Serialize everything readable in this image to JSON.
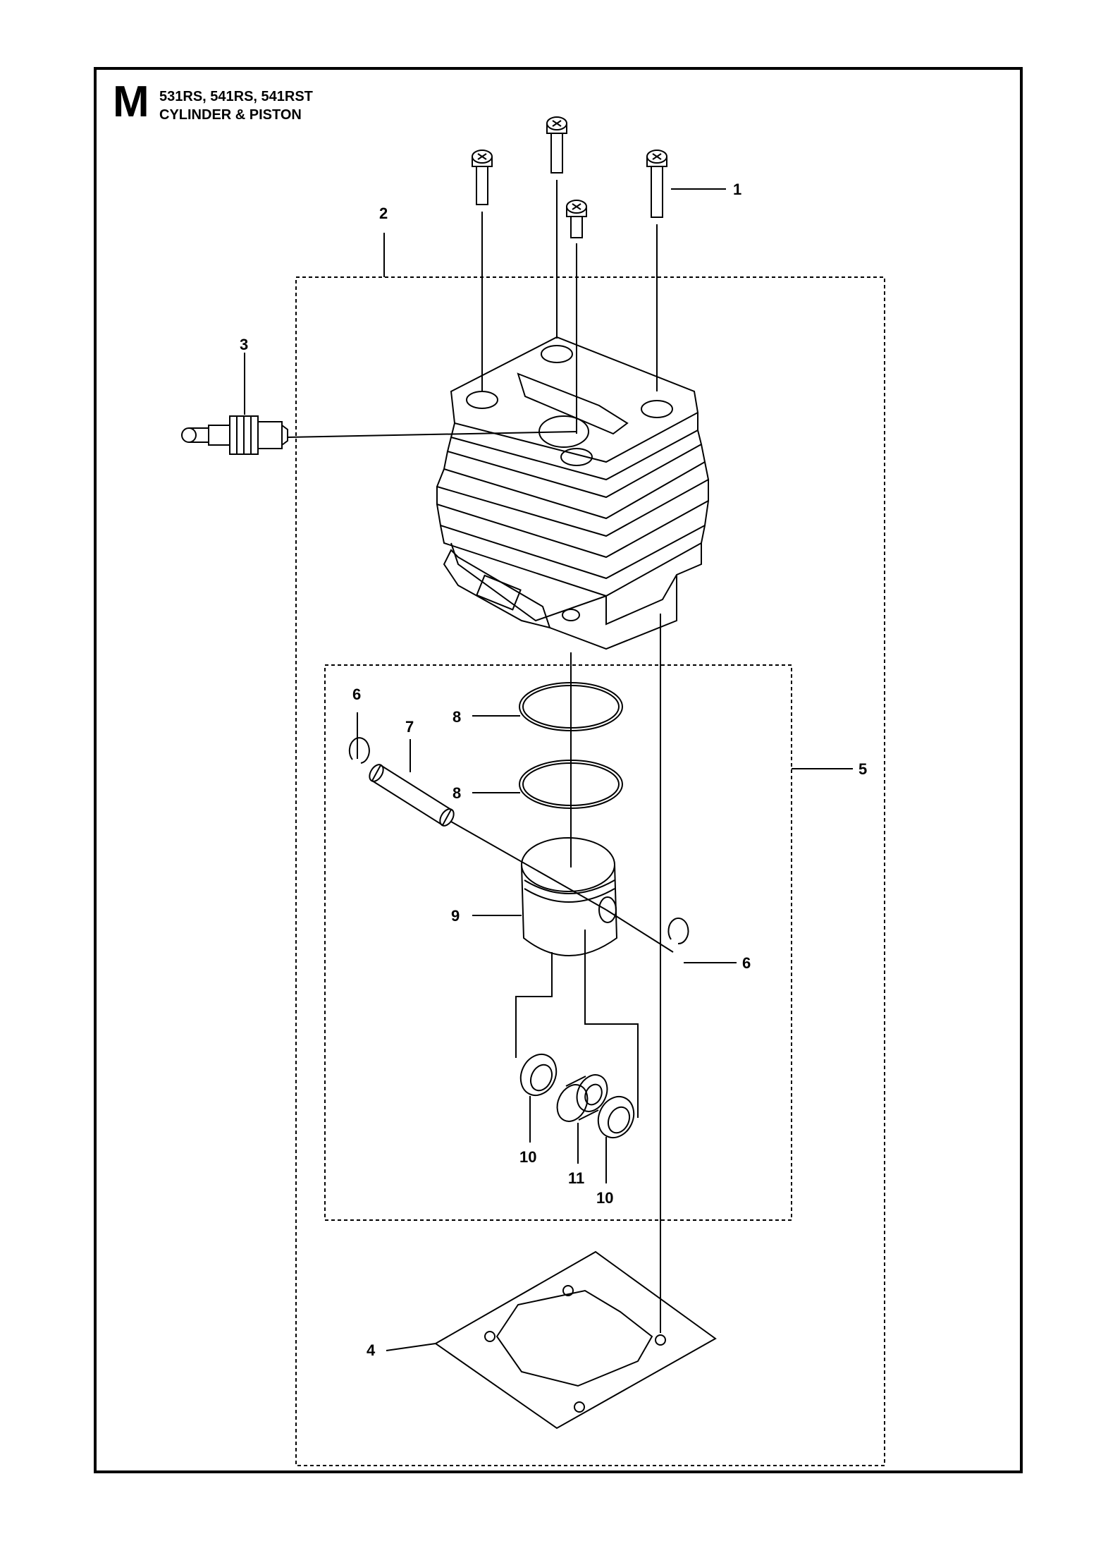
{
  "header": {
    "section_letter": "M",
    "models": "531RS, 541RS, 541RST",
    "title": "CYLINDER & PISTON"
  },
  "callouts": [
    "1",
    "2",
    "3",
    "4",
    "5",
    "6",
    "7",
    "8",
    "8",
    "9",
    "6",
    "10",
    "11",
    "10"
  ],
  "colors": {
    "line": "#000000",
    "background": "#ffffff"
  }
}
